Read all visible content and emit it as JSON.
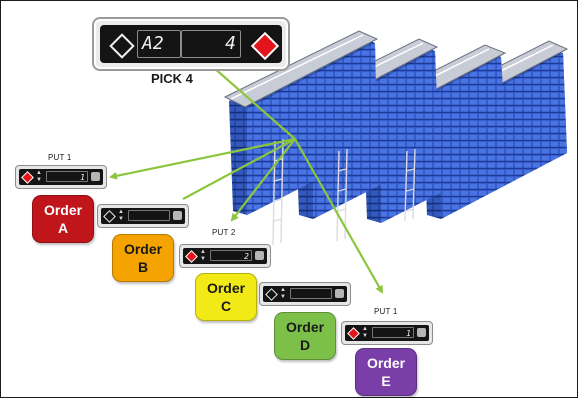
{
  "pick_display": {
    "location": "A2",
    "quantity": "4",
    "label": "PICK 4",
    "left_icon": "diamond-outline-icon",
    "right_icon": "red-diamond-icon"
  },
  "put_displays": [
    {
      "label": "PUT 1",
      "value": "1",
      "light": "red"
    },
    {
      "label": "",
      "value": "",
      "light": "white"
    },
    {
      "label": "PUT 2",
      "value": "2",
      "light": "red"
    },
    {
      "label": "",
      "value": "",
      "light": "white"
    },
    {
      "label": "PUT 1",
      "value": "1",
      "light": "red"
    }
  ],
  "orders": [
    {
      "word": "Order",
      "letter": "A",
      "color": "#c0151b",
      "text_color": "#ffffff"
    },
    {
      "word": "Order",
      "letter": "B",
      "color": "#f5a300",
      "text_color": "#1a1a1a"
    },
    {
      "word": "Order",
      "letter": "C",
      "color": "#f2ea16",
      "text_color": "#1a1a1a"
    },
    {
      "word": "Order",
      "letter": "D",
      "color": "#7cc04a",
      "text_color": "#1a1a1a"
    },
    {
      "word": "Order",
      "letter": "E",
      "color": "#7a3ea8",
      "text_color": "#ffffff"
    }
  ],
  "colors": {
    "carousel_bins": "#2f56c8",
    "carousel_frame": "#c8ccd6",
    "arrows": "#8cc63f"
  }
}
